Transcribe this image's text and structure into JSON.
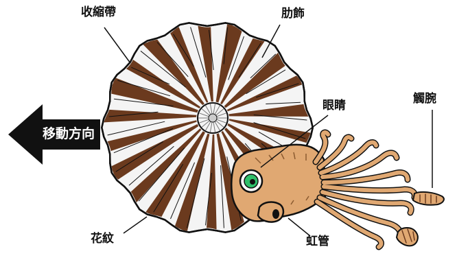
{
  "labels": {
    "constriction": "收縮帶",
    "rib": "肋飾",
    "eye": "眼睛",
    "tentacles": "觸腕",
    "direction": "移動方向",
    "pattern": "花紋",
    "siphon": "虹管"
  },
  "colors": {
    "stripe_brown": "#6b3a1e",
    "shell_white": "#f4f4f4",
    "body_tan": "#e0a872",
    "eye_green": "#2fbf6a",
    "outline": "#111111"
  }
}
